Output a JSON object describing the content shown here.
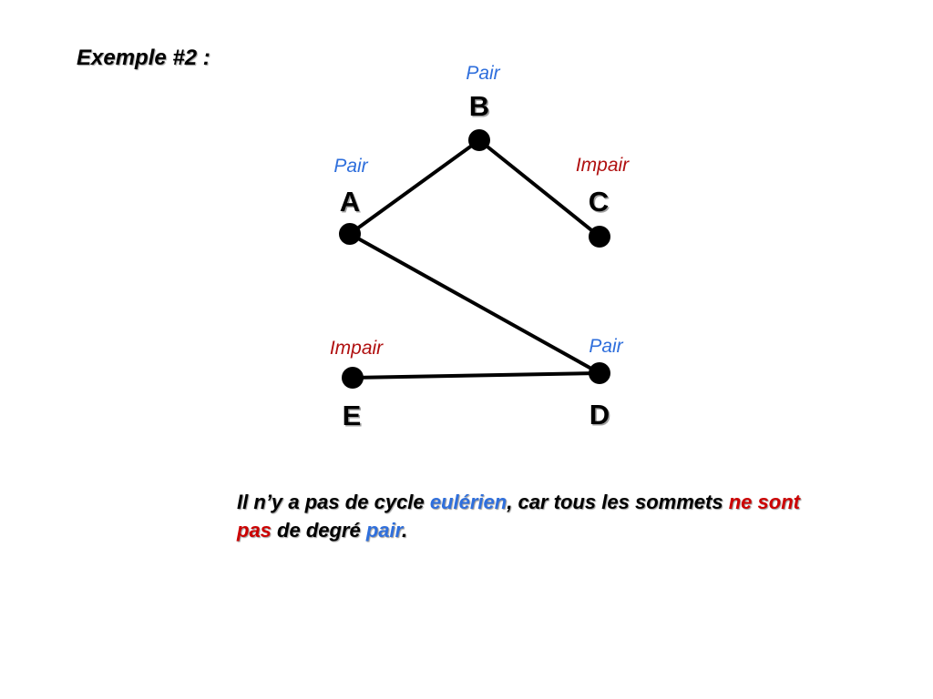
{
  "title": "Exemple #2 :",
  "colors": {
    "pair": "#2f6fdc",
    "impair": "#b01010",
    "edge": "#000000",
    "vertex": "#000000"
  },
  "graph": {
    "vertices": [
      {
        "id": "B",
        "label": "B",
        "parity": "Pair"
      },
      {
        "id": "A",
        "label": "A",
        "parity": "Pair"
      },
      {
        "id": "C",
        "label": "C",
        "parity": "Impair"
      },
      {
        "id": "E",
        "label": "E",
        "parity": "Impair"
      },
      {
        "id": "D",
        "label": "D",
        "parity": "Pair"
      }
    ],
    "edges": [
      {
        "from": "A",
        "to": "B"
      },
      {
        "from": "B",
        "to": "C"
      },
      {
        "from": "A",
        "to": "D"
      },
      {
        "from": "E",
        "to": "D"
      }
    ]
  },
  "conclusion": {
    "part1": "Il n’y a pas de cycle ",
    "highlight1": "eulérien",
    "part2": ", car tous les sommets ",
    "highlight2": "ne sont pas",
    "part3": " de degré ",
    "highlight3": "pair",
    "part4": "."
  }
}
